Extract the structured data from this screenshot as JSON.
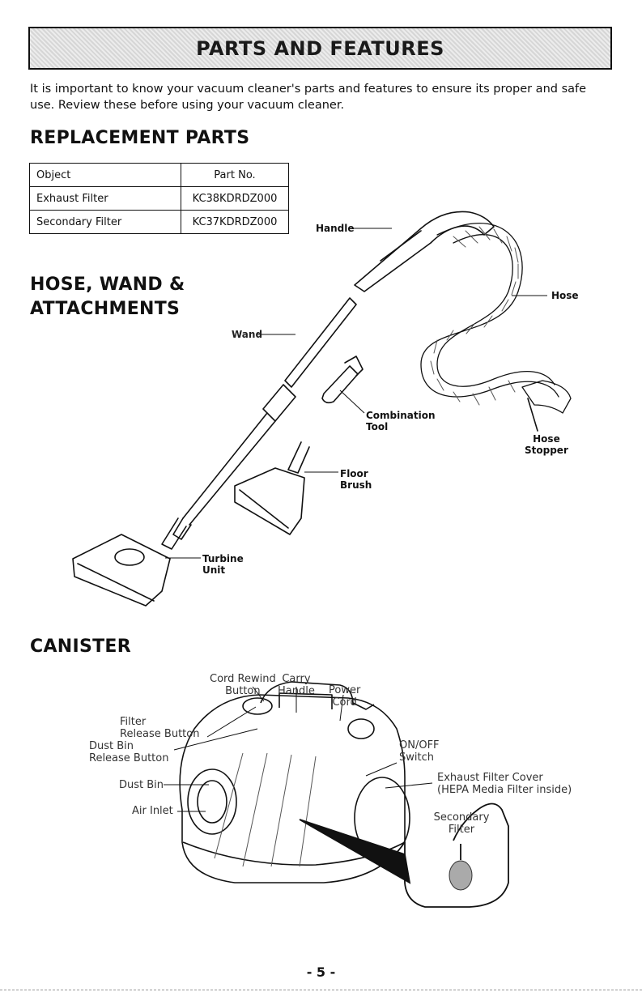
{
  "banner_title": "PARTS AND FEATURES",
  "intro": "It is important to know your vacuum cleaner's parts and features to ensure its proper and safe use. Review these before using your vacuum cleaner.",
  "sections": {
    "replacement": "REPLACEMENT PARTS",
    "hose_line1": "HOSE, WAND &",
    "hose_line2": "ATTACHMENTS",
    "canister": "CANISTER"
  },
  "parts_table": {
    "headers": [
      "Object",
      "Part No."
    ],
    "rows": [
      [
        "Exhaust Filter",
        "KC38KDRDZ000"
      ],
      [
        "Secondary Filter",
        "KC37KDRDZ000"
      ]
    ]
  },
  "attachment_labels": {
    "handle": "Handle",
    "hose": "Hose",
    "wand": "Wand",
    "combination_tool": [
      "Combination",
      "Tool"
    ],
    "hose_stopper": [
      "Hose",
      "Stopper"
    ],
    "floor_brush": [
      "Floor",
      "Brush"
    ],
    "turbine_unit": [
      "Turbine",
      "Unit"
    ]
  },
  "canister_labels": {
    "cord_rewind": [
      "Cord Rewind",
      "Button"
    ],
    "carry_handle": [
      "Carry",
      "Handle"
    ],
    "power_cord": [
      "Power",
      "Cord"
    ],
    "filter_release": [
      "Filter",
      "Release Button"
    ],
    "dust_bin_release": [
      "Dust Bin",
      "Release Button"
    ],
    "on_off": [
      "ON/OFF",
      "Switch"
    ],
    "dust_bin": "Dust Bin",
    "exhaust_filter_cover": [
      "Exhaust Filter Cover",
      "(HEPA Media Filter inside)"
    ],
    "air_inlet": "Air Inlet",
    "secondary_filter": [
      "Secondary",
      "Filter"
    ]
  },
  "page_number": "- 5 -"
}
